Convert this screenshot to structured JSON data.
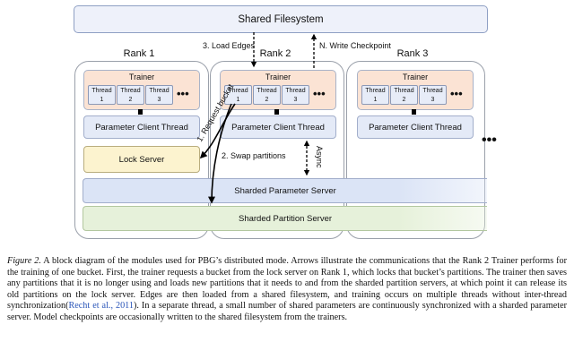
{
  "shared_filesystem": "Shared Filesystem",
  "arrows": {
    "load_edges": "3. Load Edges",
    "write_checkpoint": "N. Write Checkpoint",
    "request_bucket": "1. Request bucket",
    "swap_partitions": "2. Swap partitions",
    "async": "Async"
  },
  "ranks": [
    {
      "title": "Rank 1",
      "trainer": "Trainer",
      "threads": [
        {
          "label": "Thread",
          "num": "1"
        },
        {
          "label": "Thread",
          "num": "2"
        },
        {
          "label": "Thread",
          "num": "3"
        }
      ],
      "more": "•••",
      "client": "Parameter Client Thread"
    },
    {
      "title": "Rank 2",
      "trainer": "Trainer",
      "threads": [
        {
          "label": "Thread",
          "num": "1"
        },
        {
          "label": "Thread",
          "num": "2"
        },
        {
          "label": "Thread",
          "num": "3"
        }
      ],
      "more": "•••",
      "client": "Parameter Client Thread"
    },
    {
      "title": "Rank 3",
      "trainer": "Trainer",
      "threads": [
        {
          "label": "Thread",
          "num": "1"
        },
        {
          "label": "Thread",
          "num": "2"
        },
        {
          "label": "Thread",
          "num": "3"
        }
      ],
      "more": "•••",
      "client": "Parameter Client Thread"
    }
  ],
  "more_ranks": "•••",
  "lock_server": "Lock Server",
  "sharded_parameter_server": "Sharded Parameter Server",
  "sharded_partition_server": "Sharded Partition Server",
  "caption": {
    "figure_label": "Figure 2.",
    "text_before_cite": " A block diagram of the modules used for PBG’s distributed mode. Arrows illustrate the communications that the Rank 2 Trainer performs for the training of one bucket. First, the trainer requests a bucket from the lock server on Rank 1, which locks that bucket’s partitions. The trainer then saves any partitions that it is no longer using and loads new partitions that it needs to and from the sharded partition servers, at which point it can release its old partitions on the lock server. Edges are then loaded from a shared filesystem, and training occurs on multiple threads without inter-thread synchronization(",
    "citation": "Recht et al., 2011",
    "text_after_cite": "). In a separate thread, a small number of shared parameters are continuously synchronized with a sharded parameter server. Model checkpoints are occasionally written to the shared filesystem from the trainers."
  }
}
